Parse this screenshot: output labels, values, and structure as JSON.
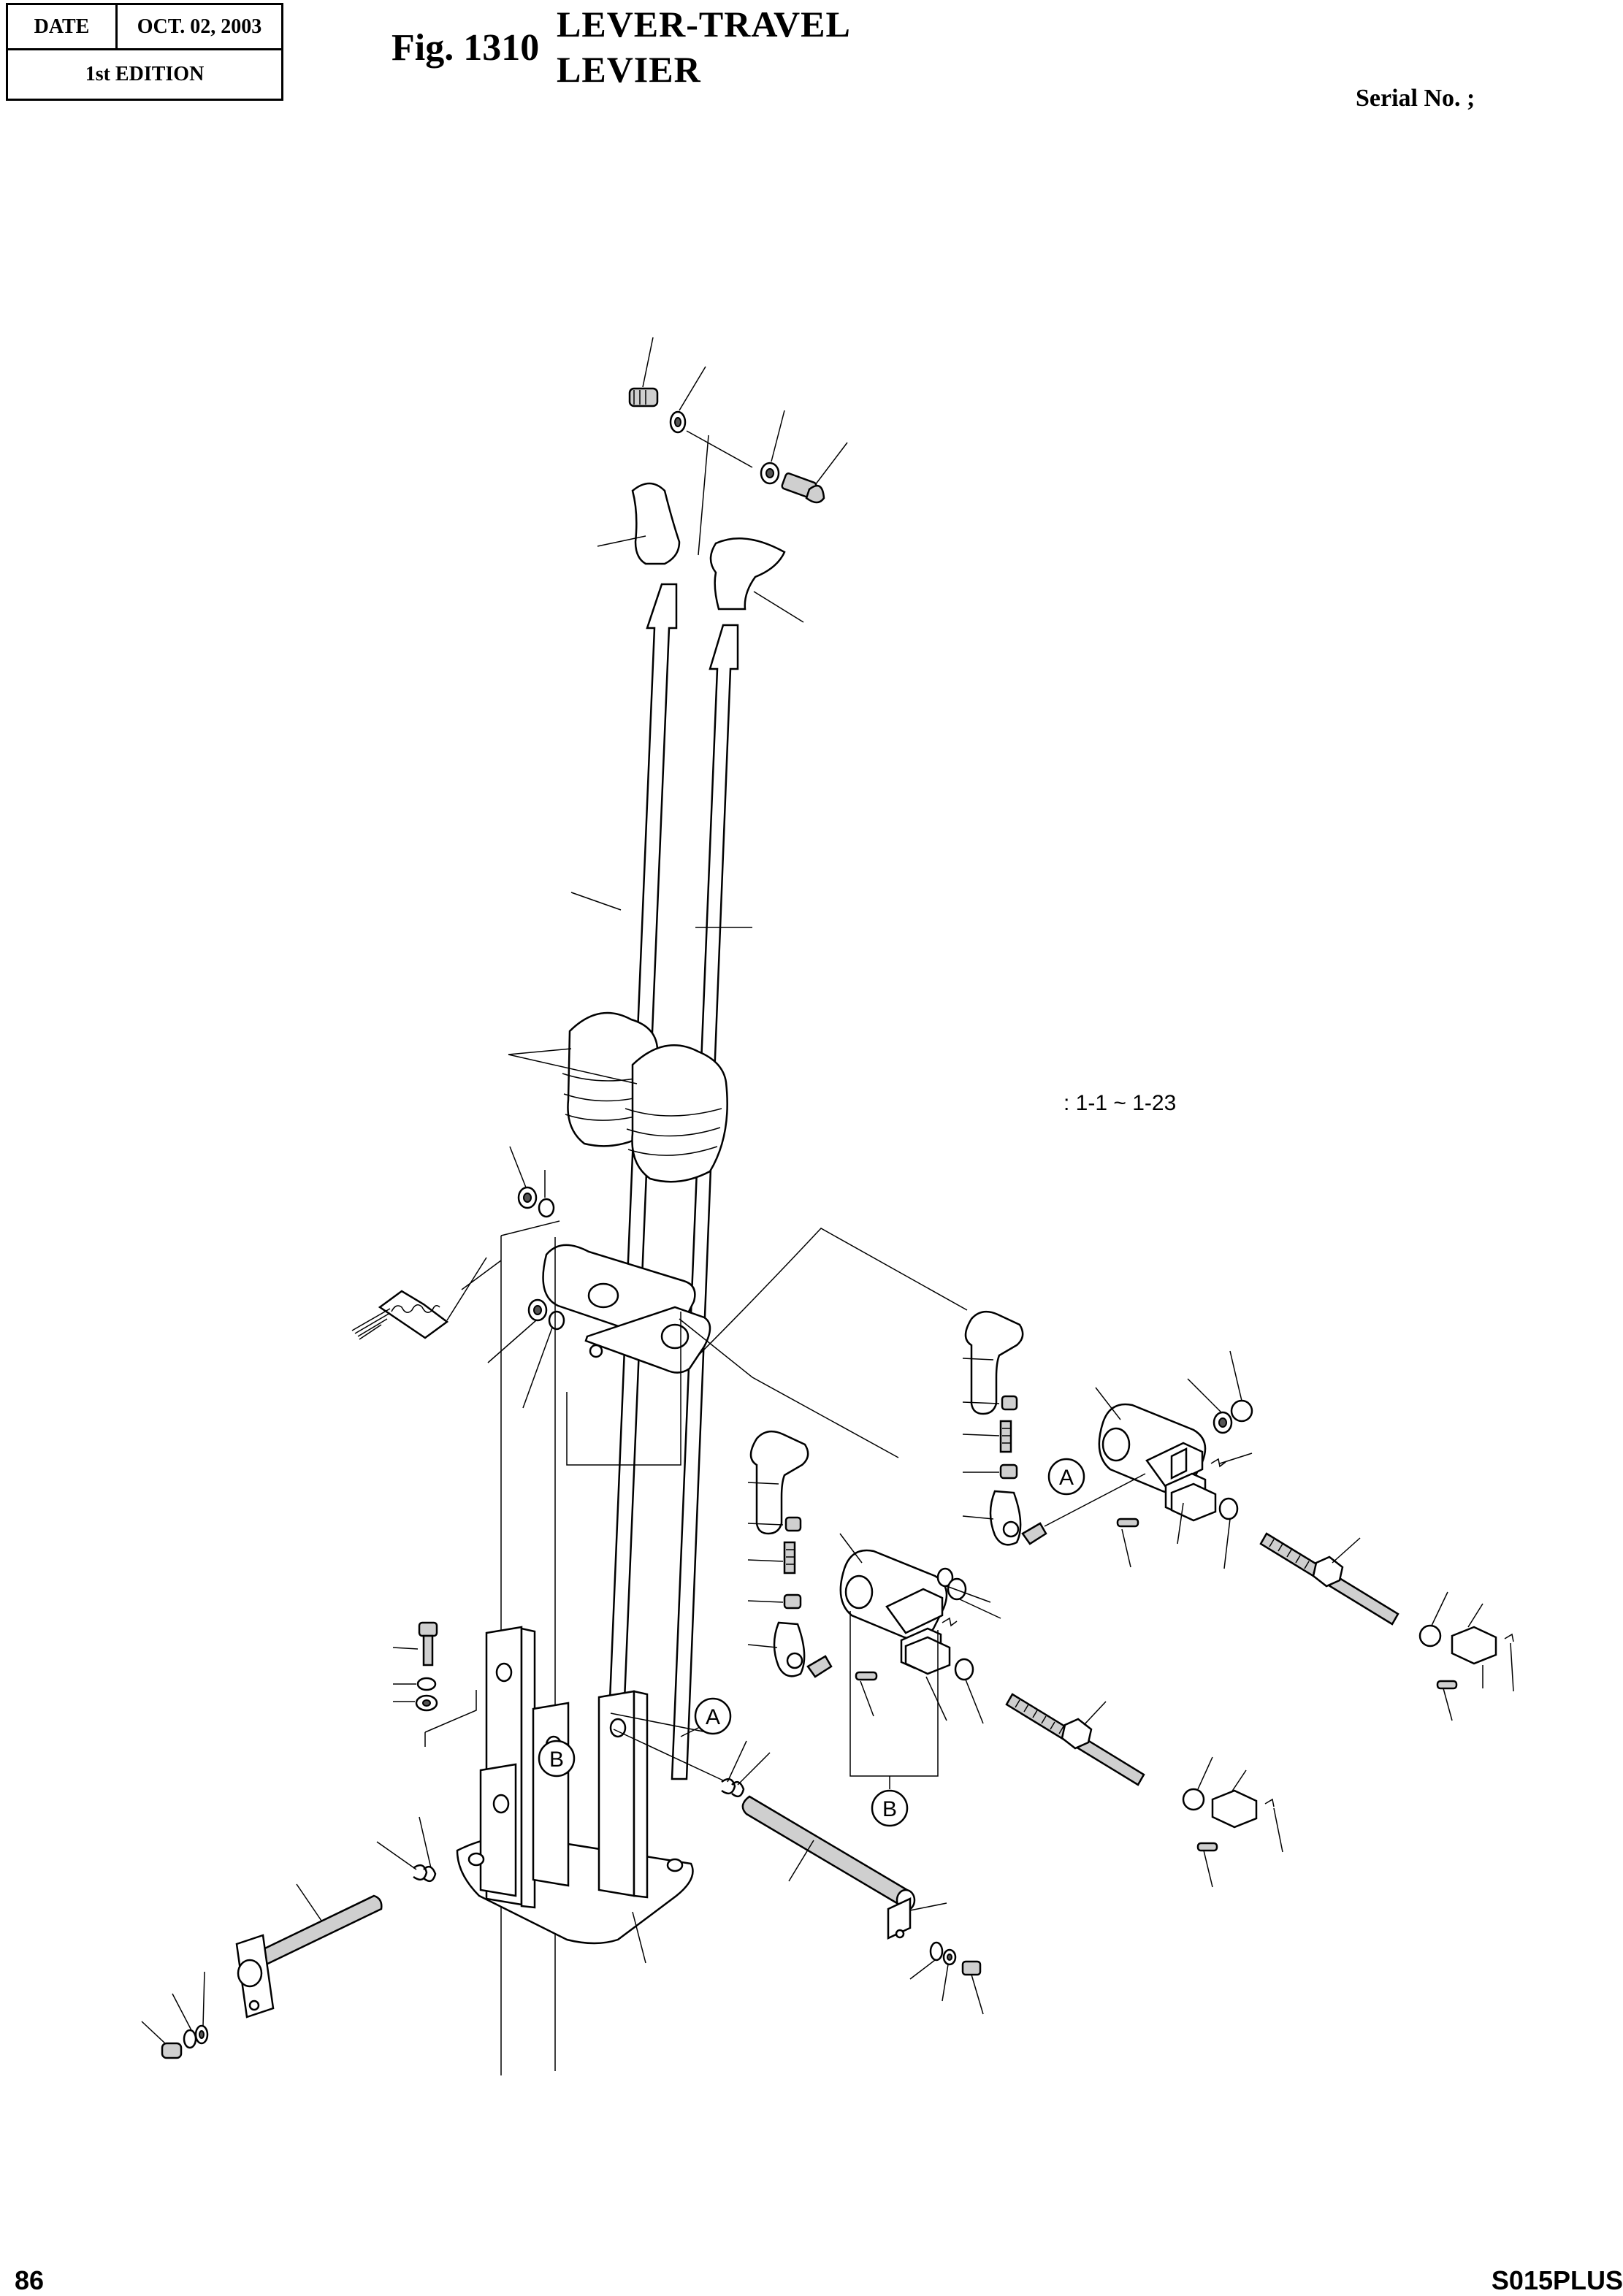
{
  "header": {
    "date_label": "DATE",
    "date_value": "OCT. 02, 2003",
    "edition": "1st EDITION"
  },
  "figure": {
    "number": "Fig. 1310",
    "title_en": "LEVER-TRAVEL",
    "title_fr": "LEVIER"
  },
  "serial_label": "Serial No. ;",
  "range_note": ": 1-1 ~ 1-23",
  "callouts": {
    "a1": "A",
    "a2": "A",
    "b1": "B",
    "b2": "B"
  },
  "footer": {
    "page_number": "86",
    "model": "S015PLUS"
  }
}
